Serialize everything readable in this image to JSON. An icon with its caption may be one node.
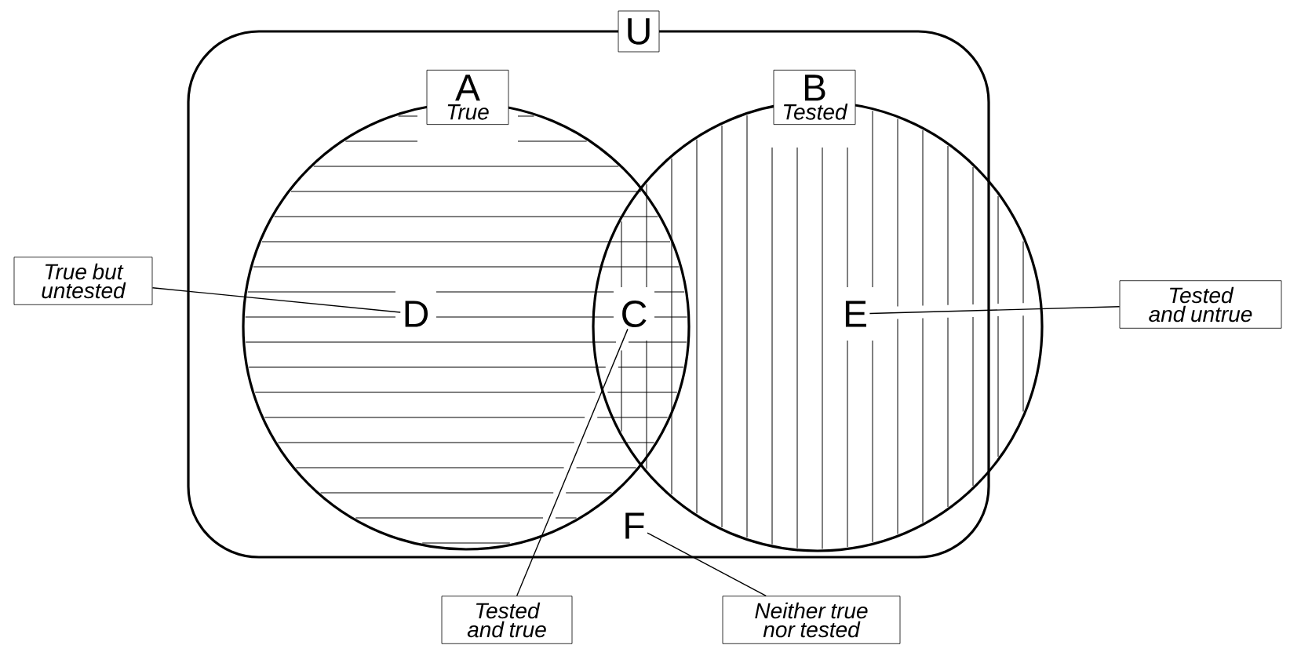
{
  "diagram": {
    "nodes": [
      {
        "text": [
          "U"
        ]
      },
      {
        "text": [
          "A",
          "True"
        ],
        "in": 0
      },
      {
        "text": [
          "B",
          "Tested"
        ],
        "in": 0
      },
      {
        "text": [
          "True but untested"
        ]
      },
      {
        "text": [
          "D"
        ],
        "in": 1
      },
      {
        "text": [
          "C"
        ]
      },
      {
        "text": [
          "E"
        ],
        "in": 2
      },
      {
        "text": [
          "Tested and untrue"
        ]
      },
      {
        "text": [
          "F"
        ],
        "in": 0
      },
      {
        "text": [
          "Tested and true"
        ]
      },
      {
        "text": [
          "Neither true nor tested"
        ]
      }
    ],
    "edges": [
      {
        "from": 3,
        "to": 4,
        "arrow": "none"
      },
      {
        "from": 7,
        "to": 6,
        "arrow": "none"
      },
      {
        "from": 9,
        "to": 5,
        "arrow": "none"
      },
      {
        "from": 10,
        "to": 8,
        "arrow": "none"
      }
    ]
  }
}
